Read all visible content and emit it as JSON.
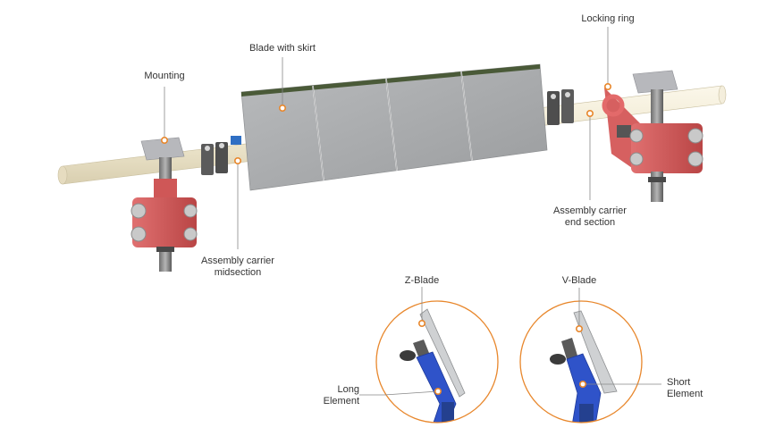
{
  "labels": {
    "blade_with_skirt": "Blade with skirt",
    "locking_ring": "Locking ring",
    "mounting": "Mounting",
    "assembly_carrier_mid_1": "Assembly carrier",
    "assembly_carrier_mid_2": "midsection",
    "assembly_carrier_end_1": "Assembly carrier",
    "assembly_carrier_end_2": "end section",
    "z_blade": "Z-Blade",
    "v_blade": "V-Blade",
    "long_element_1": "Long",
    "long_element_2": "Element",
    "short_element_1": "Short",
    "short_element_2": "Element"
  },
  "colors": {
    "callout": "#e8872c",
    "pipe": "#f1ead2",
    "blade": "#a9abad",
    "housing": "#d35a5a",
    "element": "#2f53c9",
    "text": "#333333"
  }
}
